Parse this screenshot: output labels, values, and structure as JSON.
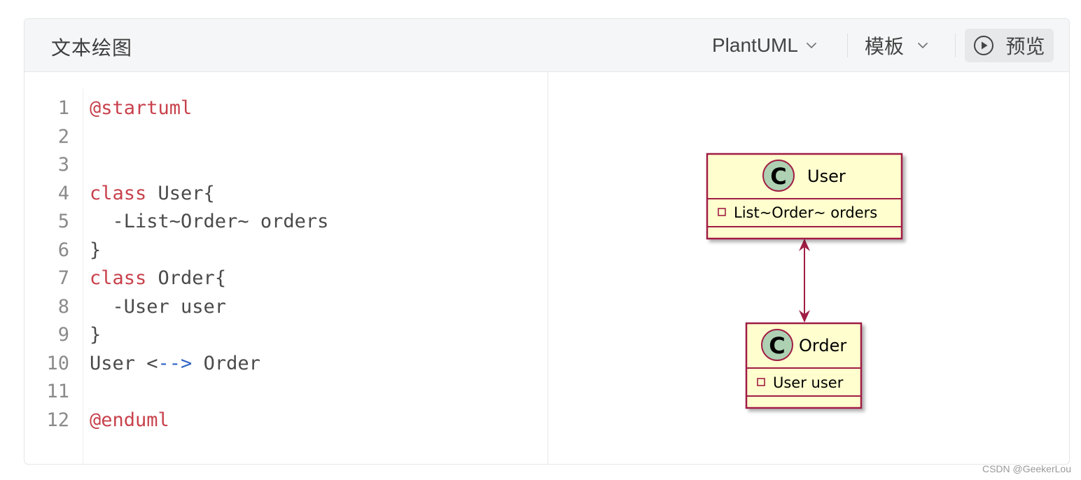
{
  "header": {
    "title": "文本绘图",
    "language_dropdown": "PlantUML",
    "template_dropdown": "模板",
    "preview_button": "预览"
  },
  "editor": {
    "lines": [
      {
        "num": "1",
        "text": "@startuml"
      },
      {
        "num": "2",
        "text": ""
      },
      {
        "num": "3",
        "text": ""
      },
      {
        "num": "4",
        "text": "class User{"
      },
      {
        "num": "5",
        "text": "  -List~Order~ orders"
      },
      {
        "num": "6",
        "text": "}"
      },
      {
        "num": "7",
        "text": "class Order{"
      },
      {
        "num": "8",
        "text": "  -User user"
      },
      {
        "num": "9",
        "text": "}"
      },
      {
        "num": "10",
        "text": "User <--> Order"
      },
      {
        "num": "11",
        "text": ""
      },
      {
        "num": "12",
        "text": "@enduml"
      }
    ]
  },
  "diagram": {
    "classes": [
      {
        "name": "User",
        "stereotype_letter": "C",
        "fields": [
          "List~Order~ orders"
        ]
      },
      {
        "name": "Order",
        "stereotype_letter": "C",
        "fields": [
          "User user"
        ]
      }
    ],
    "colors": {
      "border": "#a01d45",
      "fill": "#fefece",
      "circle": "#add1b2"
    }
  },
  "watermark": "CSDN @GeekerLou"
}
